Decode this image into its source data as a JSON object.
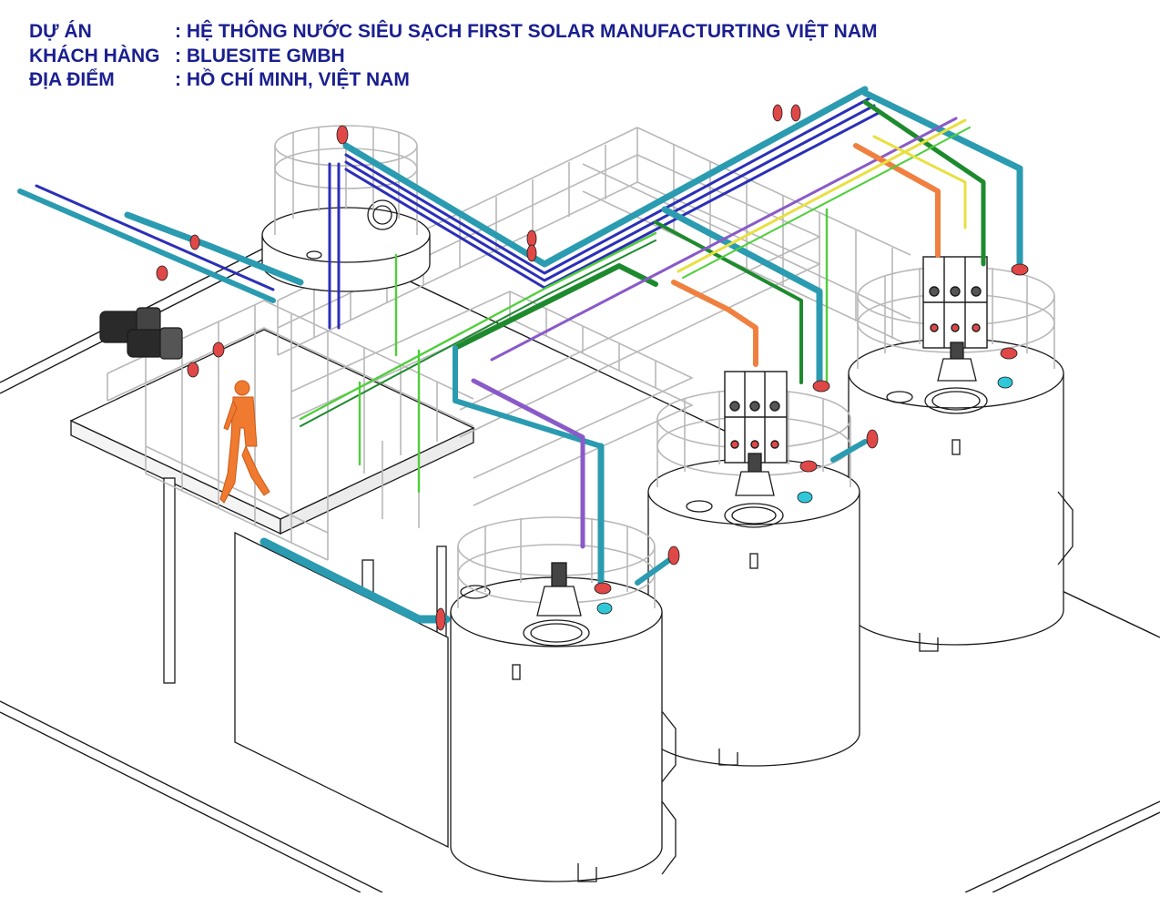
{
  "header": {
    "rows": [
      {
        "label": "DỰ ÁN",
        "value": ": HỆ THÔNG NƯỚC SIÊU SẠCH FIRST SOLAR MANUFACTURTING VIỆT NAM"
      },
      {
        "label": "KHÁCH HÀNG",
        "value": ": BLUESITE GMBH"
      },
      {
        "label": "ĐỊA ĐIỂM",
        "value": ": HỒ CHÍ MINH, VIỆT NAM"
      }
    ]
  },
  "colors": {
    "header_text": "#1a1f8f",
    "line_art": "#1a1a1a",
    "railing": "#b8b8b8",
    "pipe_blue": "#2b2fb8",
    "pipe_cyan": "#2a9bb0",
    "pipe_green": "#1e8a2e",
    "pipe_lime": "#4fcf3a",
    "pipe_purple": "#8a5ac8",
    "pipe_orange": "#f08040",
    "pipe_yellow": "#e8e040",
    "flange_red": "#e04848",
    "valve_cyan": "#30c8d8",
    "figure_orange": "#f07a30"
  },
  "drawing": {
    "tanks": [
      {
        "id": "tank-front"
      },
      {
        "id": "tank-middle"
      },
      {
        "id": "tank-right"
      },
      {
        "id": "tank-back"
      }
    ],
    "control_panels": [
      {
        "id": "panel-middle"
      },
      {
        "id": "panel-right"
      }
    ],
    "pumps": [
      {
        "id": "pump-1"
      },
      {
        "id": "pump-2"
      }
    ],
    "operator_figure": {
      "id": "operator"
    }
  }
}
